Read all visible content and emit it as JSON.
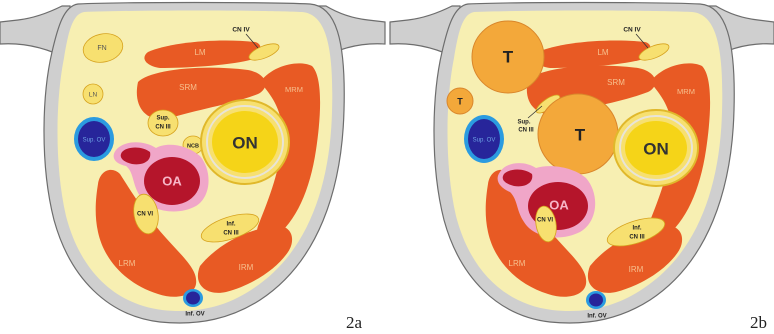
{
  "colors": {
    "bone": "#cfcfcf",
    "bone_stroke": "#6d6d6d",
    "fat": "#f7efb2",
    "muscle": "#e85a24",
    "muscle_label": "#f7c08e",
    "nerve": "#f7e070",
    "nerve_stroke": "#d6a21d",
    "optic_nerve": "#f5d418",
    "optic_ring": "#e0b82b",
    "vein": "#27259a",
    "vein_ring": "#2b9be0",
    "artery": "#b5152b",
    "artery_ring": "#f0a6c8",
    "tumor": "#f3a83a",
    "tumor_stroke": "#d9862b"
  },
  "panel_a": {
    "figure_number": "2a",
    "labels": {
      "fn": "FN",
      "lm": "LM",
      "cn4": "CN IV",
      "ln": "LN",
      "srm": "SRM",
      "mrm": "MRM",
      "sup_ov": "Sup. OV",
      "sup_cn3_1": "Sup.",
      "sup_cn3_2": "CN III",
      "ncb": "NCB",
      "on": "ON",
      "oa": "OA",
      "cn6": "CN VI",
      "inf_cn3_1": "Inf.",
      "inf_cn3_2": "CN III",
      "lrm": "LRM",
      "irm": "IRM",
      "inf_ov": "Inf. OV"
    }
  },
  "panel_b": {
    "figure_number": "2b",
    "labels": {
      "t_big": "T",
      "t_small": "T",
      "t_center": "T",
      "lm": "LM",
      "cn4": "CN IV",
      "srm": "SRM",
      "mrm": "MRM",
      "sup_ov": "Sup. OV",
      "sup_cn3_1": "Sup.",
      "sup_cn3_2": "CN III",
      "on": "ON",
      "oa": "OA",
      "cn6": "CN VI",
      "inf_cn3_1": "Inf.",
      "inf_cn3_2": "CN III",
      "lrm": "LRM",
      "irm": "IRM",
      "inf_ov": "Inf. OV"
    }
  }
}
